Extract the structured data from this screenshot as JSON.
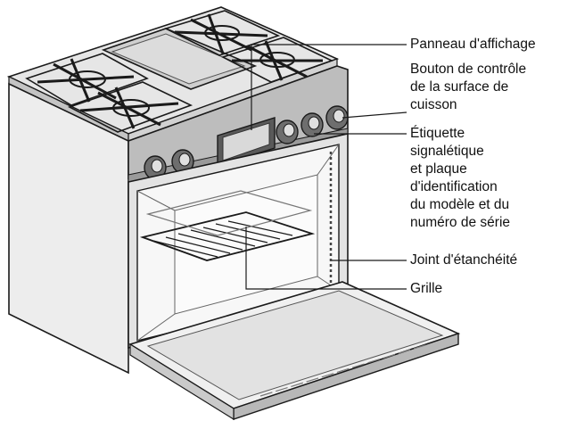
{
  "colors": {
    "line": "#1a1a1a",
    "steel_light": "#e6e6e6",
    "steel_mid": "#c4c4c4",
    "steel_dark": "#8c8c8c",
    "interior": "#f7f7f7",
    "text": "#111111"
  },
  "labels": {
    "display_panel": [
      "Panneau d'affichage"
    ],
    "surface_knob": [
      "Bouton de contrôle",
      "de la surface de",
      "cuisson"
    ],
    "rating_label": [
      "Étiquette",
      "signalétique",
      "et plaque",
      "d'identification",
      "du modèle et du",
      "numéro de série"
    ],
    "gasket": [
      "Joint d'étanchéité"
    ],
    "rack": [
      "Grille"
    ]
  }
}
